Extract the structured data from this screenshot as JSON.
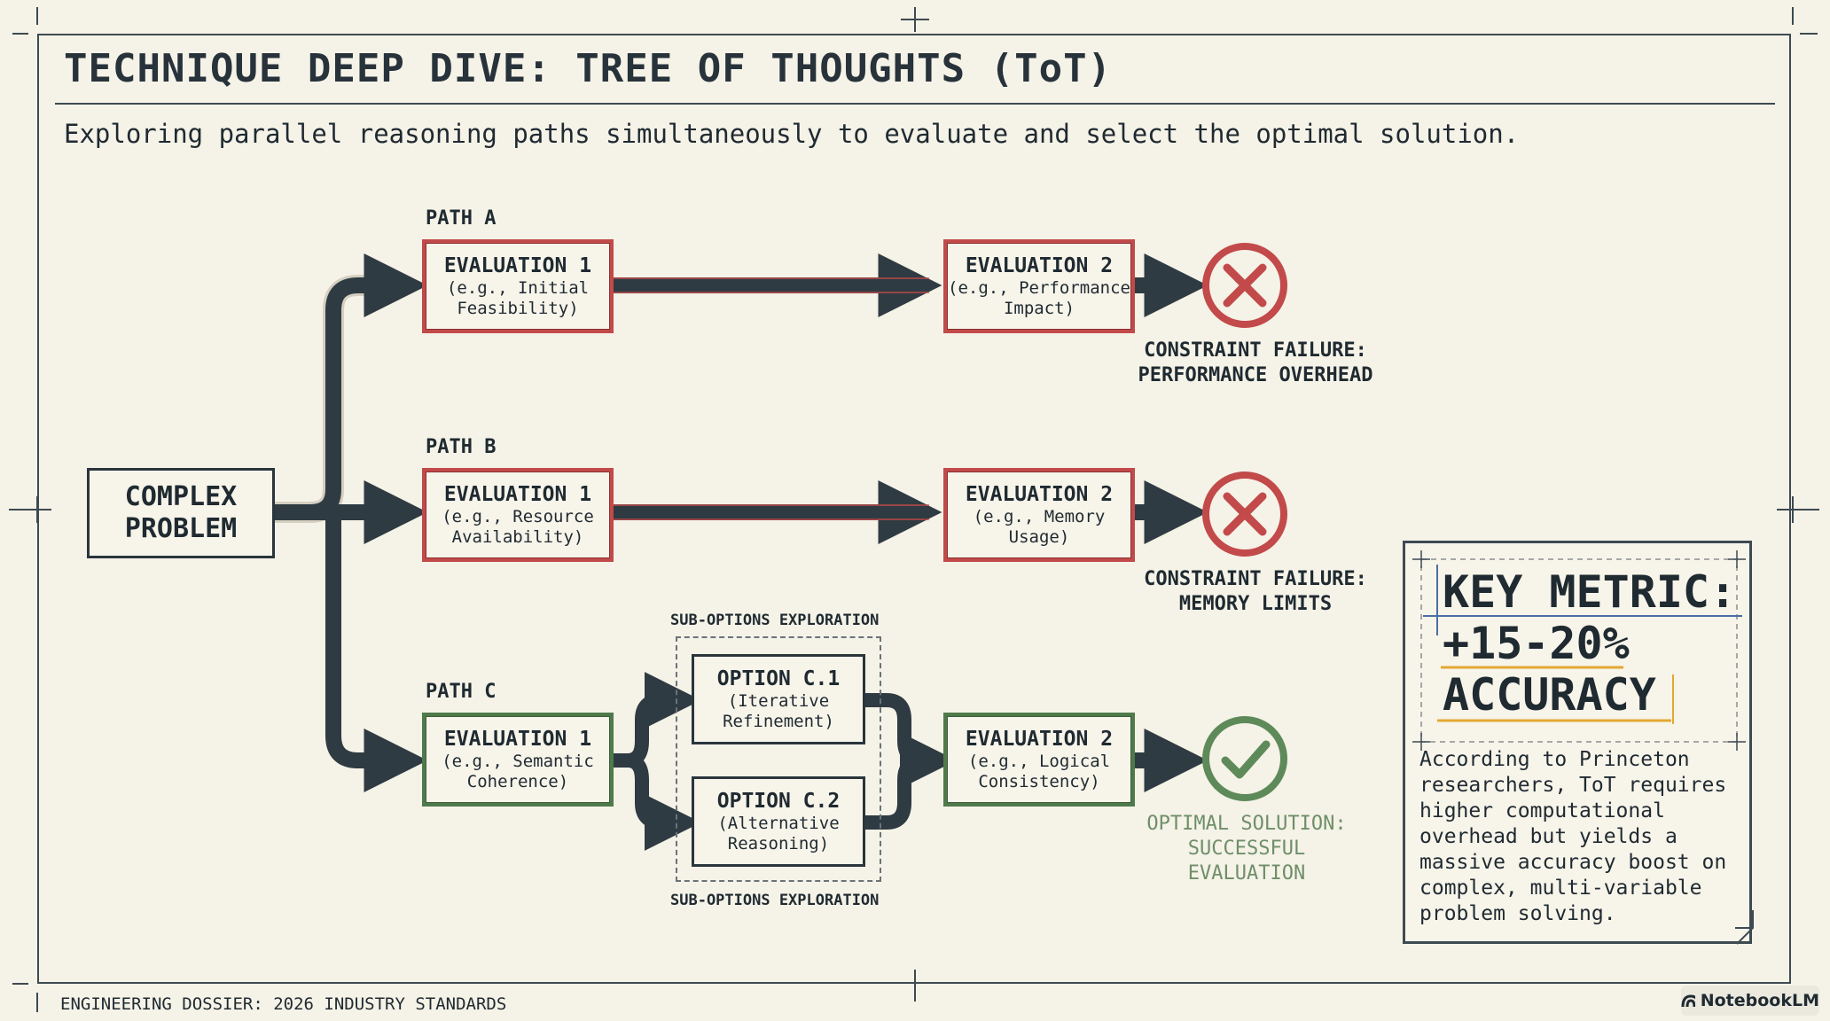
{
  "header": {
    "title": "TECHNIQUE DEEP DIVE: TREE OF THOUGHTS (ToT)",
    "subtitle": "Exploring parallel reasoning paths simultaneously to evaluate and select the optimal solution."
  },
  "root": {
    "label": "COMPLEX\nPROBLEM"
  },
  "paths": [
    {
      "label": "PATH A",
      "eval1": {
        "title": "EVALUATION 1",
        "detail": "(e.g., Initial\nFeasibility)"
      },
      "eval2": {
        "title": "EVALUATION 2",
        "detail": "(e.g., Performance\nImpact)"
      },
      "outcome": {
        "status": "failure",
        "icon": "x-circle-icon",
        "text": "CONSTRAINT FAILURE:\nPERFORMANCE OVERHEAD"
      }
    },
    {
      "label": "PATH B",
      "eval1": {
        "title": "EVALUATION 1",
        "detail": "(e.g., Resource\nAvailability)"
      },
      "eval2": {
        "title": "EVALUATION 2",
        "detail": "(e.g., Memory\nUsage)"
      },
      "outcome": {
        "status": "failure",
        "icon": "x-circle-icon",
        "text": "CONSTRAINT FAILURE:\nMEMORY LIMITS"
      }
    },
    {
      "label": "PATH C",
      "eval1": {
        "title": "EVALUATION 1",
        "detail": "(e.g., Semantic\nCoherence)"
      },
      "eval2": {
        "title": "EVALUATION 2",
        "detail": "(e.g., Logical\nConsistency)"
      },
      "outcome": {
        "status": "success",
        "icon": "check-circle-icon",
        "text": "OPTIMAL SOLUTION:\nSUCCESSFUL\nEVALUATION"
      }
    }
  ],
  "sub_options": {
    "caption_top": "SUB-OPTIONS EXPLORATION",
    "caption_bottom": "SUB-OPTIONS EXPLORATION",
    "options": [
      {
        "title": "OPTION C.1",
        "detail": "(Iterative\nRefinement)"
      },
      {
        "title": "OPTION C.2",
        "detail": "(Alternative\nReasoning)"
      }
    ]
  },
  "key_metric": {
    "line1": "KEY METRIC:",
    "line2": "+15-20%",
    "line3": "ACCURACY",
    "body": "According to Princeton researchers, ToT requires higher computational overhead but yields a massive accuracy boost on complex, multi-variable problem solving."
  },
  "footer": {
    "text": "ENGINEERING DOSSIER: 2026 INDUSTRY STANDARDS"
  },
  "brand": {
    "name": "NotebookLM",
    "icon": "notebooklm-logo-icon"
  },
  "colors": {
    "background": "#f5f2e7",
    "ink": "#27323a",
    "failure": "#c24a4a",
    "success": "#5e8a59",
    "highlight": "#e3a833",
    "guide": "#4a6fa5"
  }
}
